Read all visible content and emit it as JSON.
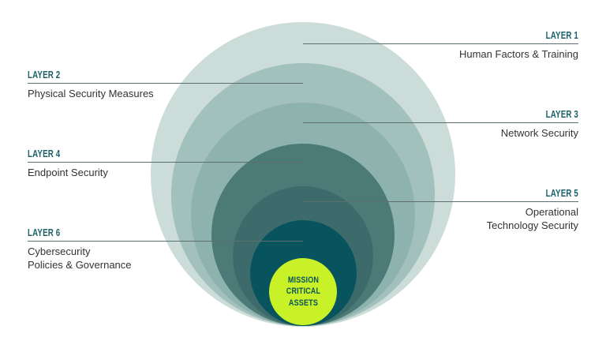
{
  "diagram": {
    "type": "concentric-layers-infographic",
    "center": {
      "label": "MISSION\nCRITICAL\nASSETS"
    },
    "layers": [
      {
        "id": "layer-1",
        "layer_label": "LAYER 1",
        "name": "Human Factors & Training",
        "side": "right"
      },
      {
        "id": "layer-2",
        "layer_label": "LAYER 2",
        "name": "Physical Security Measures",
        "side": "left"
      },
      {
        "id": "layer-3",
        "layer_label": "LAYER 3",
        "name": "Network Security",
        "side": "right"
      },
      {
        "id": "layer-4",
        "layer_label": "LAYER 4",
        "name": "Endpoint Security",
        "side": "left"
      },
      {
        "id": "layer-5",
        "layer_label": "LAYER 5",
        "name": "Operational\nTechnology Security",
        "side": "right"
      },
      {
        "id": "layer-6",
        "layer_label": "LAYER 6",
        "name": "Cybersecurity\nPolicies & Governance",
        "side": "left"
      }
    ],
    "colors": {
      "ring_colors": [
        "#ccdcd8",
        "#a2c1bc",
        "#8eb3ae",
        "#4c7a77",
        "#3d6b6b",
        "#07545e"
      ],
      "center_fill": "#c8f127",
      "center_text": "#0b545c",
      "label_accent": "#1d6269",
      "body_text": "#333333",
      "connector_line": "#5c6f6d"
    }
  }
}
